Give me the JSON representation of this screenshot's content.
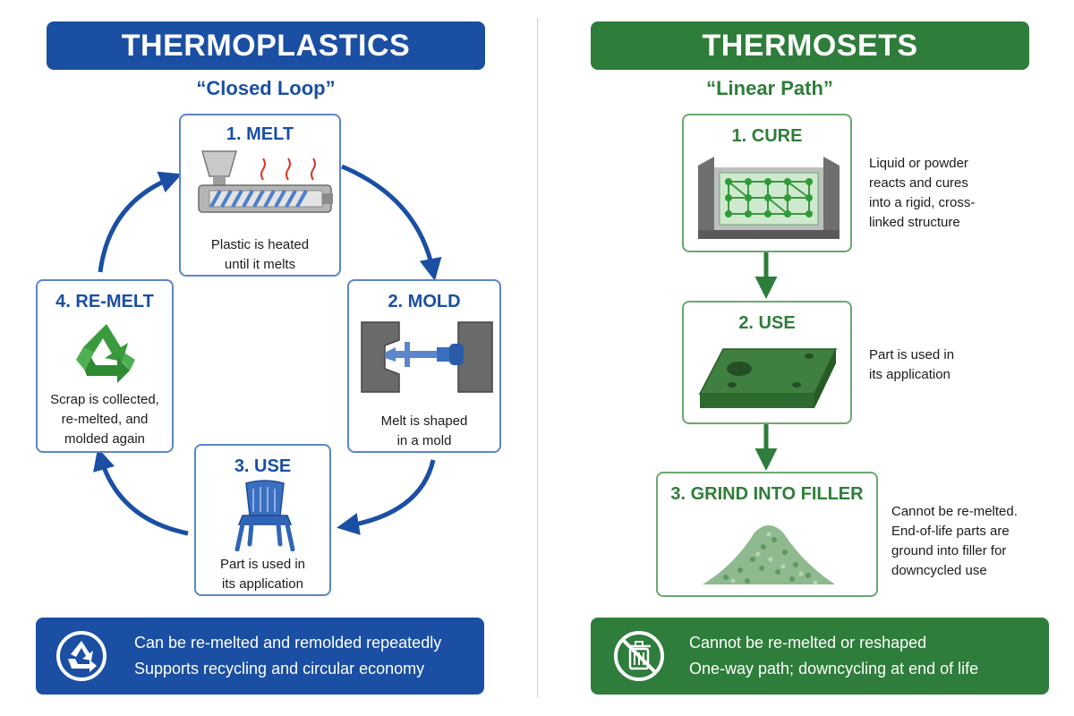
{
  "colors": {
    "blue": "#1a4fa3",
    "blue_card_border": "#5b86c9",
    "green": "#2e7d3a",
    "green_card_border": "#6aa86e"
  },
  "thermoplastics": {
    "title": "THERMOPLASTICS",
    "subtitle": "“Closed Loop”",
    "steps": [
      {
        "title": "1. MELT",
        "desc_lines": [
          "Plastic is heated",
          "until it melts"
        ],
        "icon": "extruder-icon"
      },
      {
        "title": "2. MOLD",
        "desc_lines": [
          "Melt is shaped",
          "in a mold"
        ],
        "icon": "mold-icon"
      },
      {
        "title": "3. USE",
        "desc_lines": [
          "Part is used in",
          "its application"
        ],
        "icon": "chair-icon"
      },
      {
        "title": "4. RE-MELT",
        "desc_lines": [
          "Scrap is collected,",
          "re-melted, and",
          "molded again"
        ],
        "icon": "recycle-icon"
      }
    ],
    "footer": {
      "line1": "Can be re-melted and remolded repeatedly",
      "line2": "Supports recycling and circular economy",
      "icon": "recycle-badge-icon"
    }
  },
  "thermosets": {
    "title": "THERMOSETS",
    "subtitle": "“Linear Path”",
    "steps": [
      {
        "title": "1. CURE",
        "desc_lines": [
          "Liquid or powder",
          "reacts and cures",
          "into a rigid, cross-",
          "linked structure"
        ],
        "icon": "crosslink-mold-icon"
      },
      {
        "title": "2. USE",
        "desc_lines": [
          "Part is used in",
          "its application"
        ],
        "icon": "plate-part-icon"
      },
      {
        "title": "3. GRIND INTO FILLER",
        "desc_lines": [
          "Cannot be re-melted.",
          "End-of-life parts are",
          "ground into filler for",
          "downcycled use"
        ],
        "icon": "granule-pile-icon"
      }
    ],
    "footer": {
      "line1": "Cannot be re-melted or reshaped",
      "line2": "One-way path; downcycling at end of life",
      "icon": "no-trash-icon"
    }
  }
}
